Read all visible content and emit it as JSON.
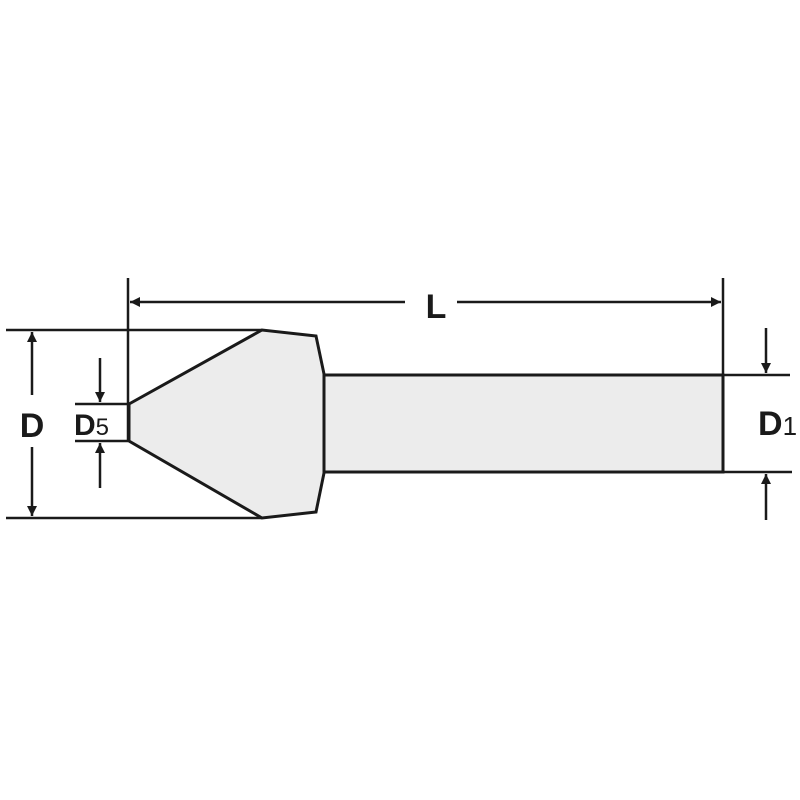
{
  "diagram": {
    "type": "technical-drawing",
    "subject": "countersink-tool-side-view",
    "colors": {
      "stroke": "#1a1a1a",
      "fill": "#ececec",
      "background": "#ffffff"
    },
    "labels": {
      "overall_length": "L",
      "head_diameter": "D",
      "tip_diameter": "D",
      "tip_diameter_sub": "5",
      "shank_diameter": "D",
      "shank_diameter_sub": "1"
    }
  }
}
